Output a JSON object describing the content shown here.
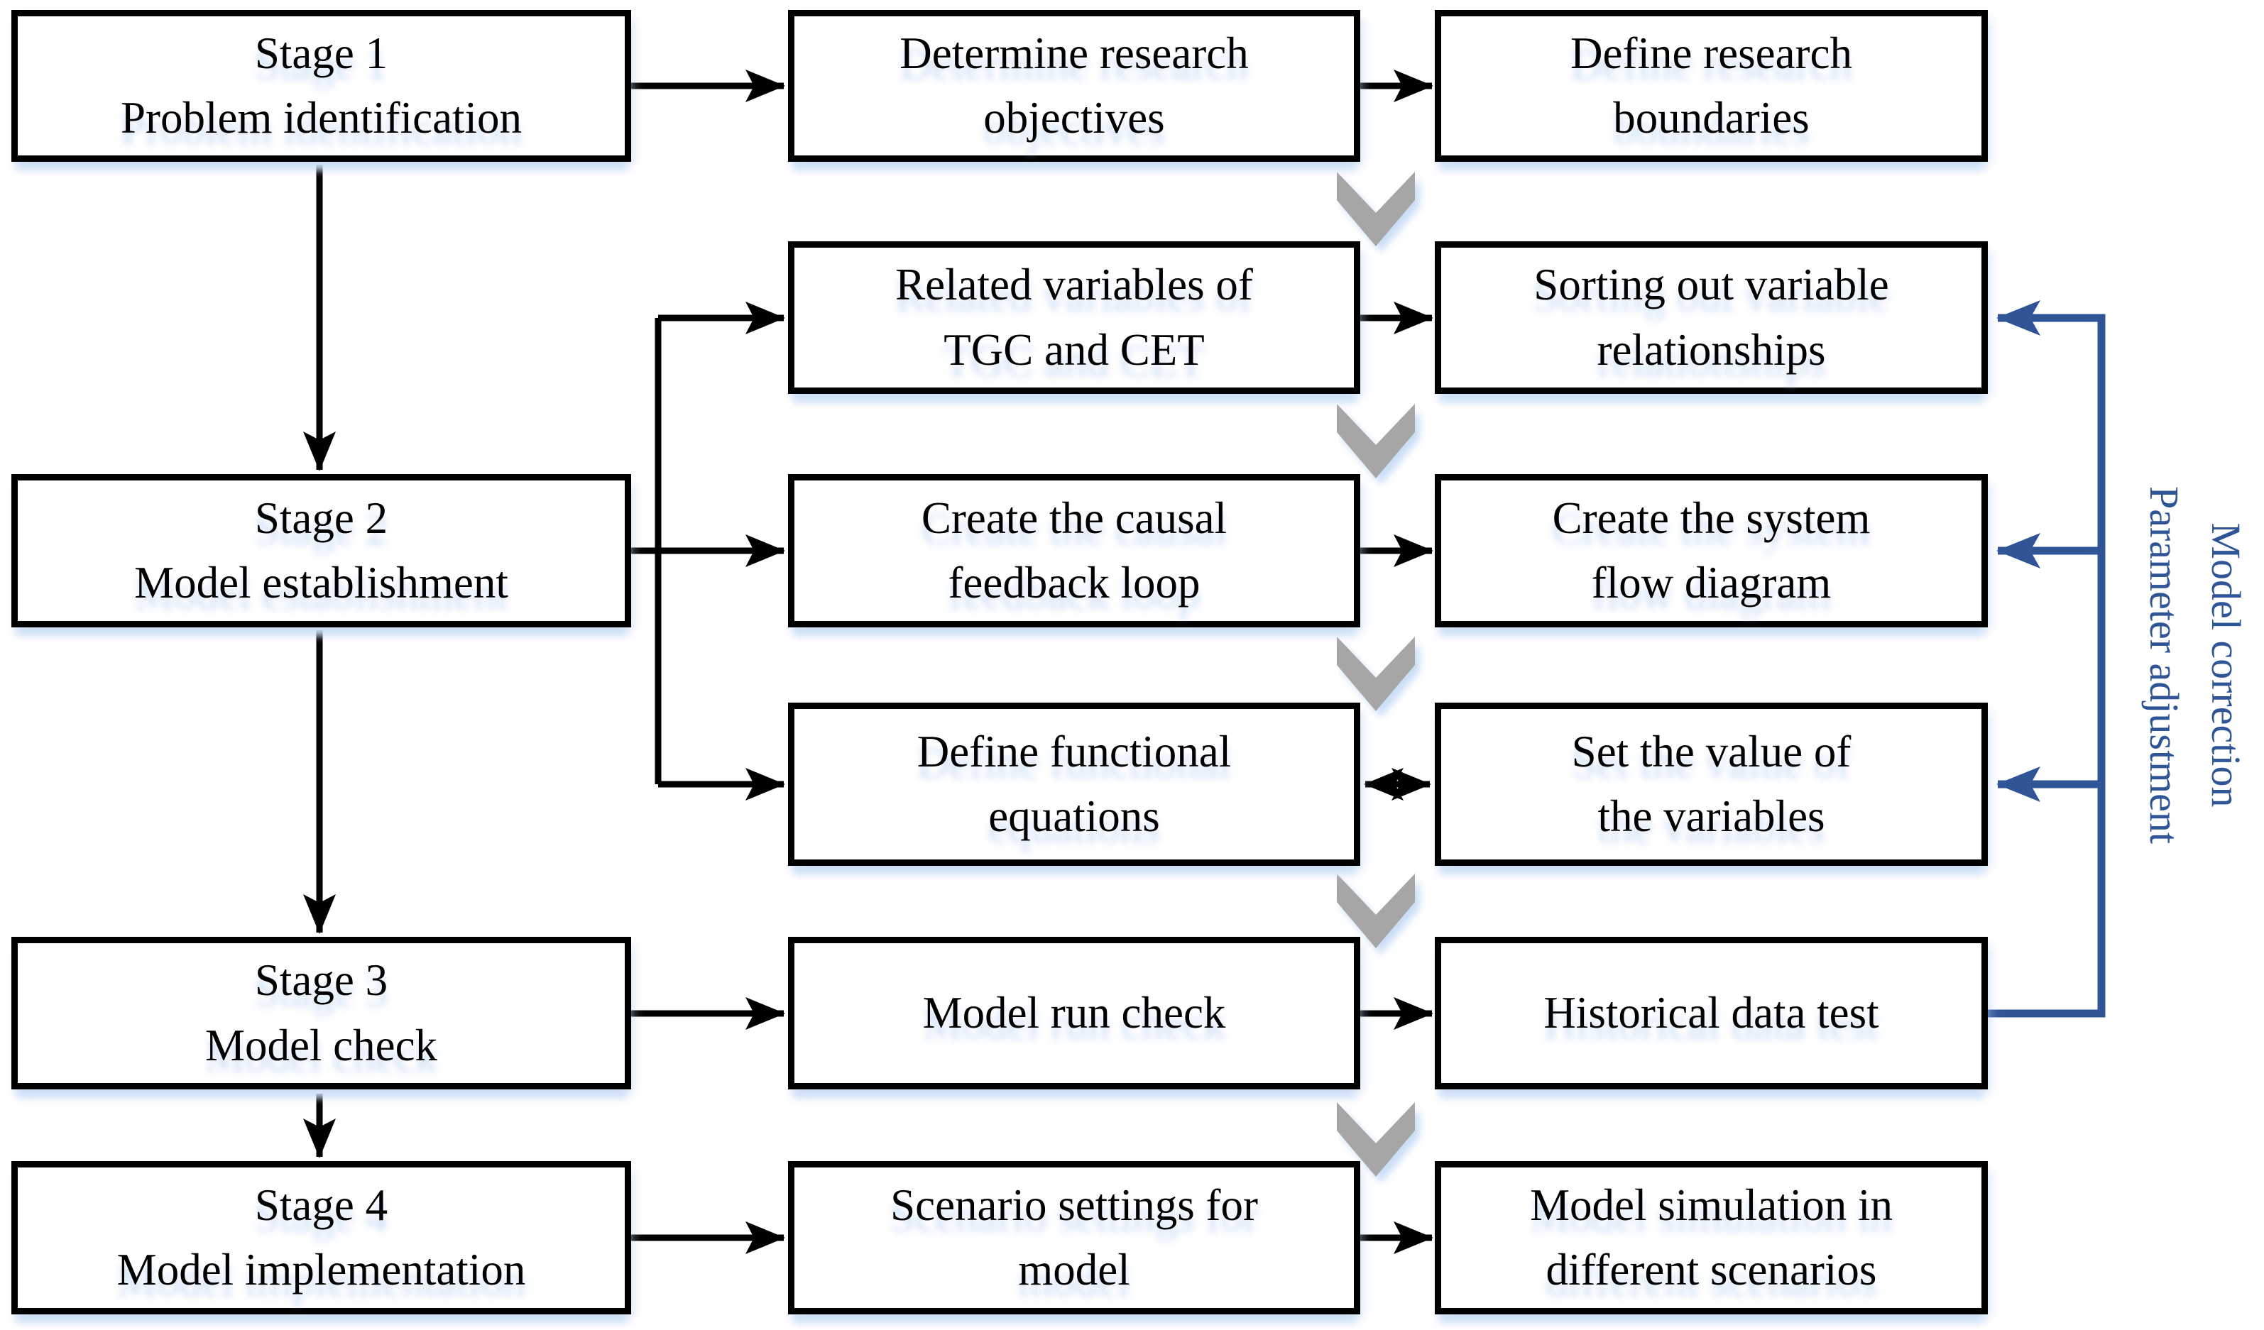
{
  "diagram": {
    "boxes": [
      {
        "id": "stage1",
        "text": "Stage 1\nProblem identification"
      },
      {
        "id": "stage2",
        "text": "Stage 2\nModel establishment"
      },
      {
        "id": "stage3",
        "text": "Stage 3\nModel check"
      },
      {
        "id": "stage4",
        "text": "Stage 4\nModel implementation"
      },
      {
        "id": "m1",
        "text": "Determine research\nobjectives"
      },
      {
        "id": "m2",
        "text": "Related variables of\nTGC and CET"
      },
      {
        "id": "m3",
        "text": "Create the causal\nfeedback loop"
      },
      {
        "id": "m4",
        "text": "Define functional\nequations"
      },
      {
        "id": "m5",
        "text": "Model run check"
      },
      {
        "id": "m6",
        "text": "Scenario settings for\nmodel"
      },
      {
        "id": "r1",
        "text": "Define research\nboundaries"
      },
      {
        "id": "r2",
        "text": "Sorting out variable\nrelationships"
      },
      {
        "id": "r3",
        "text": "Create the system\nflow diagram"
      },
      {
        "id": "r4",
        "text": "Set the value of\nthe variables"
      },
      {
        "id": "r5",
        "text": "Historical data test"
      },
      {
        "id": "r6",
        "text": "Model simulation in\ndifferent scenarios"
      }
    ],
    "feedback_label": "Model correction\nParameter adjustment",
    "colors": {
      "line_black": "#000000",
      "feedback_blue": "#2f5597",
      "chevron_gray": "#a6a6a6",
      "box_border": "#000000",
      "box_background": "#ffffff",
      "glow_light_blue": "#cfe0f5"
    }
  }
}
